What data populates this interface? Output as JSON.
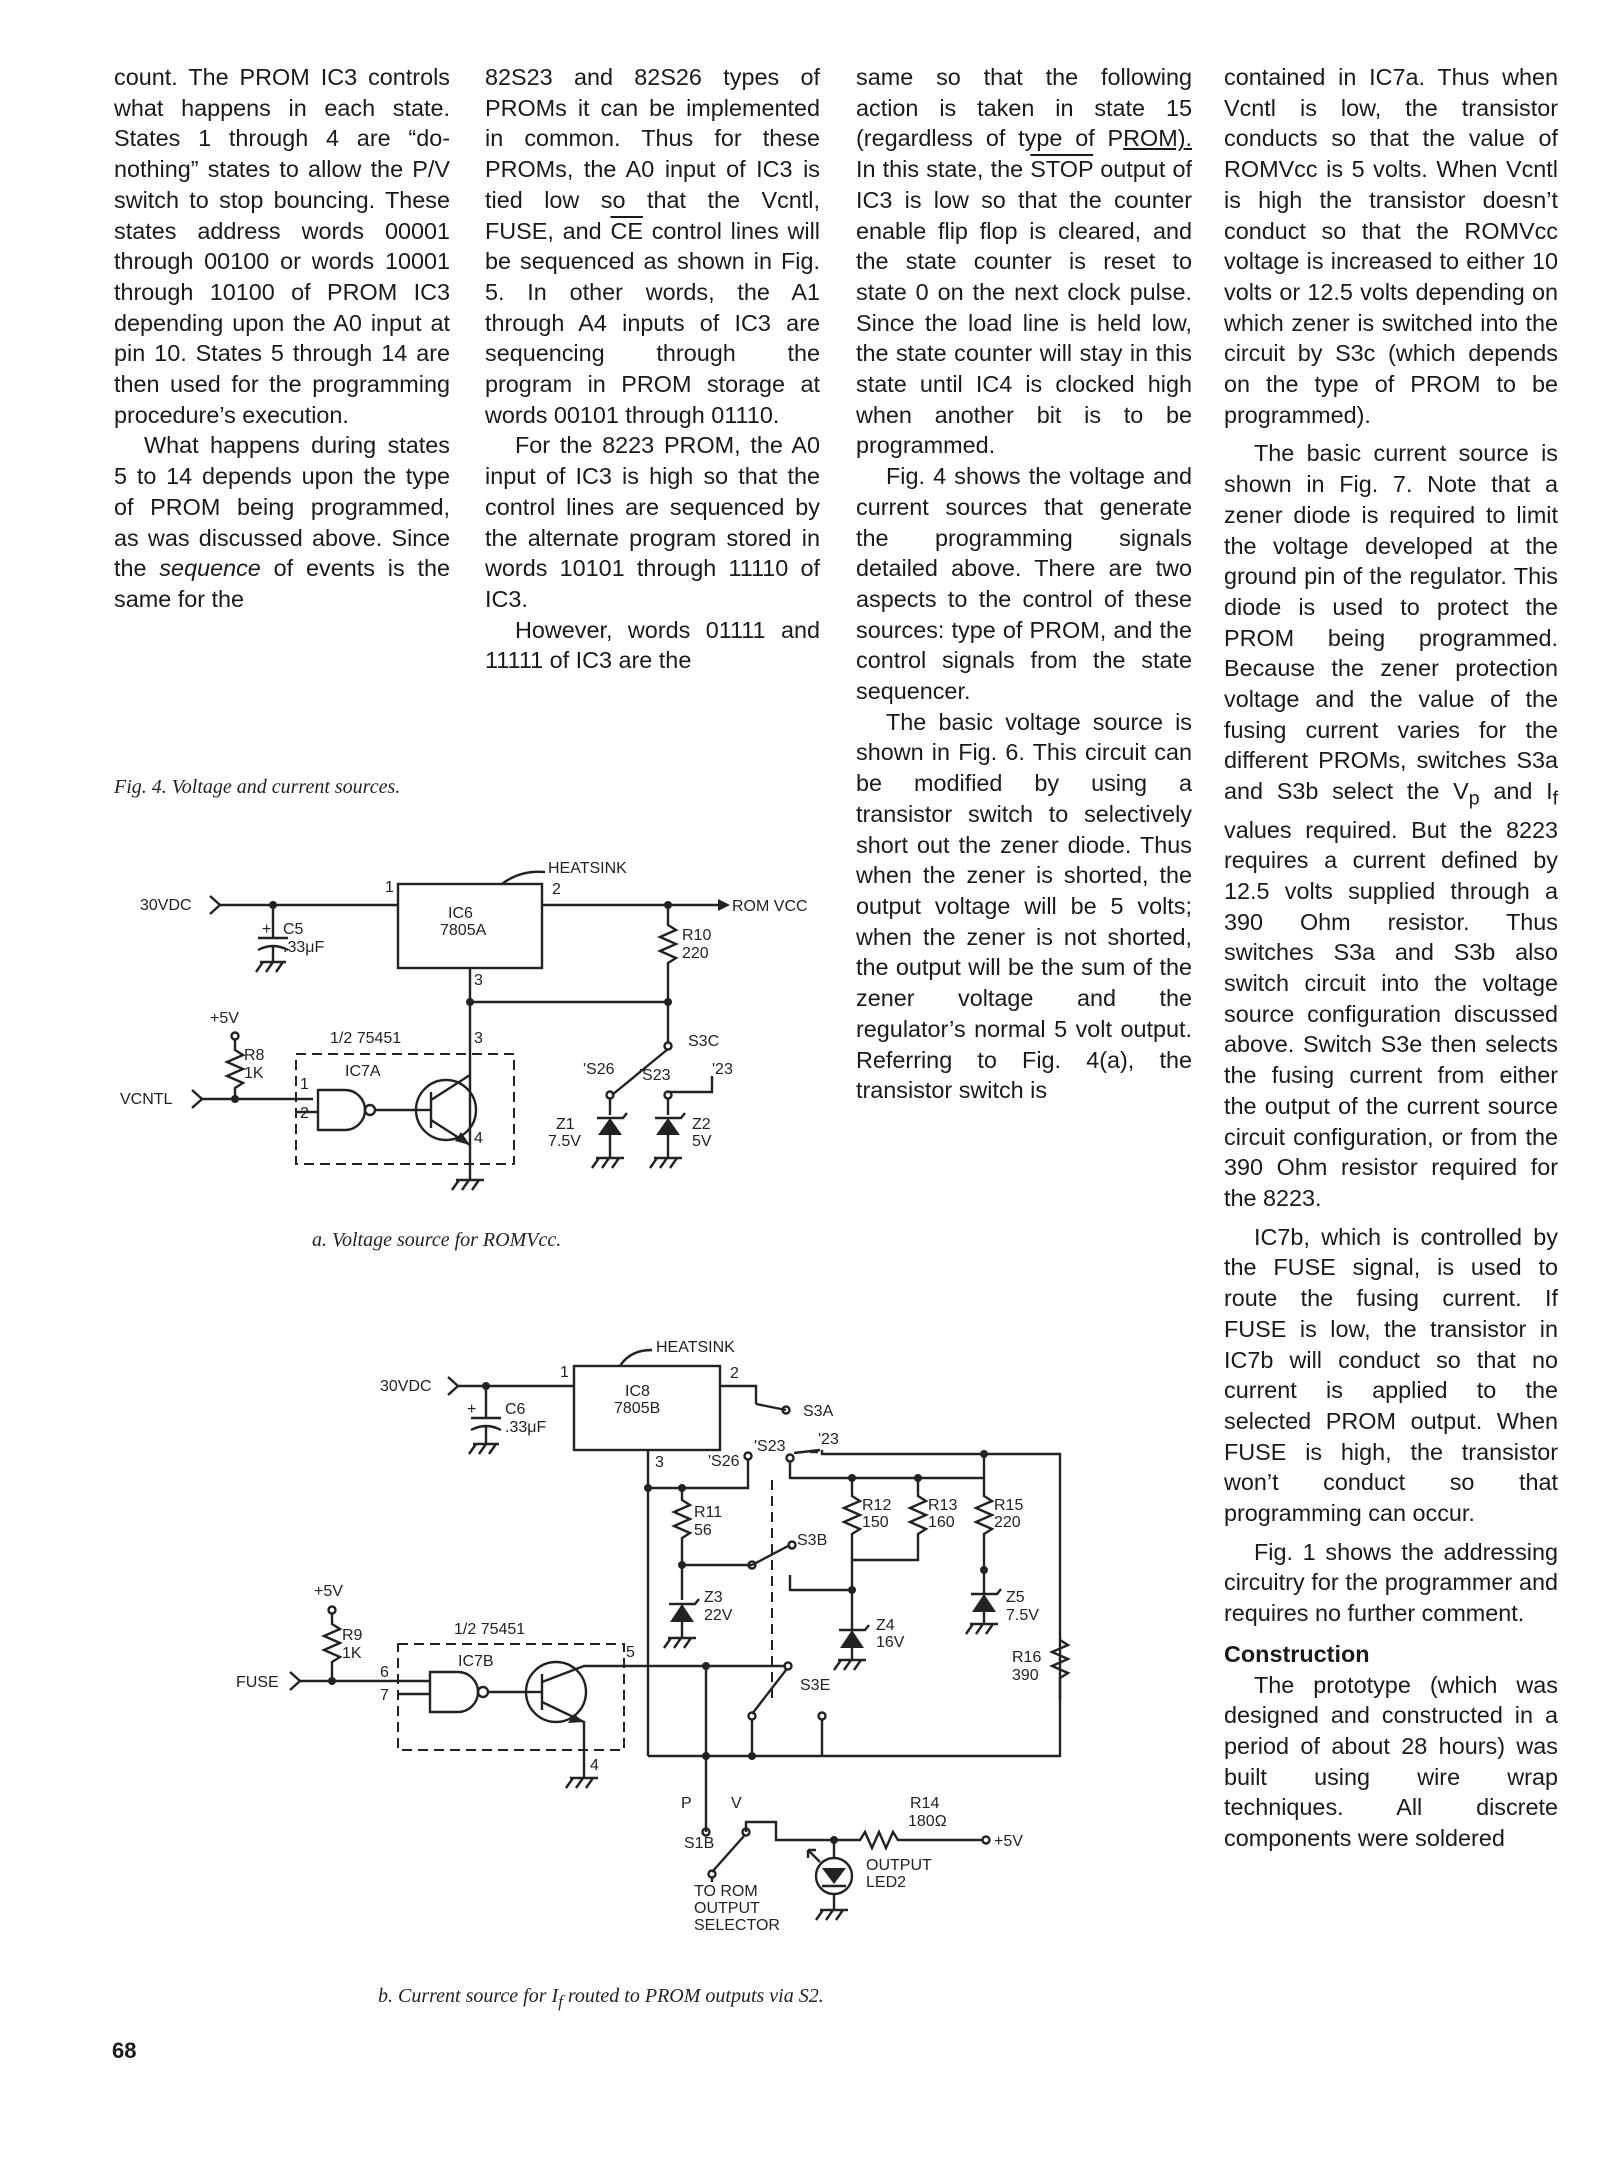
{
  "col1": {
    "p1": "count. The PROM IC3 controls what happens in each state. States 1 through 4 are “do-nothing” states to allow the P/V switch to stop bouncing. These states address words 00001 through 00100 or words 10001 through 10100 of PROM IC3 depending upon the A0 input at pin 10. States 5 through 14 are then used for the programming procedure’s execution.",
    "p2a": "What happens during states 5 to 14 depends upon the type of PROM being programmed, as was discussed above. Since the ",
    "p2em": "sequence",
    "p2b": " of events is the same for the"
  },
  "col2": {
    "p1a": "82S23 and 82S26 types of PROMs it can be implemented in common. Thus for these PROMs, the A0 input of IC3 is tied low so that the Vcntl, FUSE, and ",
    "p1ce": "CE",
    "p1b": " control lines will be sequenced as shown in Fig. 5. In other words, the A1 through A4 inputs of IC3 are sequencing through the program in PROM storage at words 00101 through 01110.",
    "p2": "For the 8223 PROM, the A0 input of IC3 is high so that the control lines are sequenced by the alternate program stored in words 10101 through 11110 of IC3.",
    "p3": "However, words 01111 and 11111 of IC3 are the"
  },
  "col3": {
    "p1a": "same so that the following action is taken in state 15 (regardless of type of P",
    "p1u": "ROM).",
    "p1b": " In this state, the ",
    "p1stop": "STOP",
    "p1c": " output of IC3 is low so that the counter enable flip flop is cleared, and the state counter is reset to state 0 on the next clock pulse. Since the load line is held low, the state counter will stay in this state until IC4 is clocked high when another bit is to be programmed.",
    "p2": "Fig. 4 shows the voltage and current sources that generate the programming signals detailed above. There are two aspects to the control of these sources: type of PROM, and the control signals from the state sequencer.",
    "p3": "The basic voltage source is shown in Fig. 6. This circuit can be modified by using a transistor switch to selectively short out the zener diode. Thus when the zener is shorted, the output voltage will be 5 volts; when the zener is not shorted, the output will be the sum of the zener voltage and the regulator’s normal 5 volt output. Referring to Fig. 4(a), the transistor switch is"
  },
  "col4": {
    "p1": "contained in IC7a. Thus when Vcntl is low, the transistor conducts so that the value of ROMVcc is 5 volts. When Vcntl is high the transistor doesn’t conduct so that the ROMVcc voltage is increased to either 10 volts or 12.5 volts depending on which zener is switched into the circuit by S3c (which depends on the type of PROM to be programmed).",
    "p2a": "The basic current source is shown in Fig. 7. Note that a zener diode is required to limit the voltage developed at the ground pin of the regulator. This diode is used to protect the PROM being programmed. Because the zener protection voltage and the value of the fusing current varies for the different PROMs, switches S3a and S3b select the V",
    "p2sub1": "p",
    "p2b": " and I",
    "p2sub2": "f",
    "p2c": " values required. But the 8223 requires a current defined by 12.5 volts supplied through a 390 Ohm resistor. Thus switches S3a and S3b also switch circuit into the voltage source configuration discussed above. Switch S3e then selects the fusing current from either the output of the current source circuit configuration, or from the 390 Ohm resistor required for the 8223.",
    "p3": "IC7b, which is controlled by the FUSE signal, is used to route the fusing current. If FUSE is low, the transistor in IC7b will conduct so that no current is applied to the selected PROM output. When FUSE is high, the transistor won’t conduct so that programming can occur.",
    "p4": "Fig. 1 shows the addressing circuitry for the programmer and requires no further comment.",
    "heading": "Construction",
    "p5": "The prototype (which was designed and constructed in a period of about 28 hours) was built using wire wrap techniques. All discrete components were soldered"
  },
  "figure": {
    "title": "Fig. 4. Voltage and current sources.",
    "caption_a": "a. Voltage source for ROMVcc.",
    "caption_b_pre": "b. Current source for I",
    "caption_b_sub": "f",
    "caption_b_post": " routed to PROM outputs via S2."
  },
  "circuit_a": {
    "heatsink": "HEATSINK",
    "in30": "30VDC",
    "c5": "C5",
    "c5v": ".33μF",
    "ic6": "IC6",
    "ic6b": "7805A",
    "p1": "1",
    "p2": "2",
    "p3": "3",
    "p3b": "3",
    "p4": "4",
    "p11": "1",
    "p21": "2",
    "romvcc": "ROM VCC",
    "r10": "R10",
    "r10v": "220",
    "plus5": "+5V",
    "r8": "R8",
    "r8v": "1K",
    "half": "1/2 75451",
    "ic7a": "IC7A",
    "vcntl": "VCNTL",
    "s3c": "S3C",
    "s26": "'S26",
    "s23": "'S23",
    "t23": "'23",
    "z1": "Z1",
    "z1v": "7.5V",
    "z2": "Z2",
    "z2v": "5V"
  },
  "circuit_b": {
    "heatsink": "HEATSINK",
    "in30": "30VDC",
    "c6": "C6",
    "c6v": ".33μF",
    "ic8": "IC8",
    "ic8b": "7805B",
    "p1": "1",
    "p2": "2",
    "p3": "3",
    "p4": "4",
    "p5": "5",
    "p6": "6",
    "p7": "7",
    "s3a": "S3A",
    "s23": "'S23",
    "t23": "'23",
    "s26": "'S26",
    "r11": "R11",
    "r11v": "56",
    "r12": "R12",
    "r12v": "150",
    "r13": "R13",
    "r13v": "160",
    "r15": "R15",
    "r15v": "220",
    "s3b": "S3B",
    "z3": "Z3",
    "z3v": "22V",
    "z4": "Z4",
    "z4v": "16V",
    "z5": "Z5",
    "z5v": "7.5V",
    "r16": "R16",
    "r16v": "390",
    "plus5": "+5V",
    "r9": "R9",
    "r9v": "1K",
    "half": "1/2 75451",
    "ic7b": "IC7B",
    "fuse": "FUSE",
    "s3e": "S3E",
    "p": "P",
    "v": "V",
    "s1b": "S1B",
    "r14": "R14",
    "r14v": "180Ω",
    "plus5b": "+5V",
    "output": "OUTPUT",
    "led2": "LED2",
    "toRom1": "TO ROM",
    "toRom2": "OUTPUT",
    "toRom3": "SELECTOR"
  },
  "page_number": "68"
}
